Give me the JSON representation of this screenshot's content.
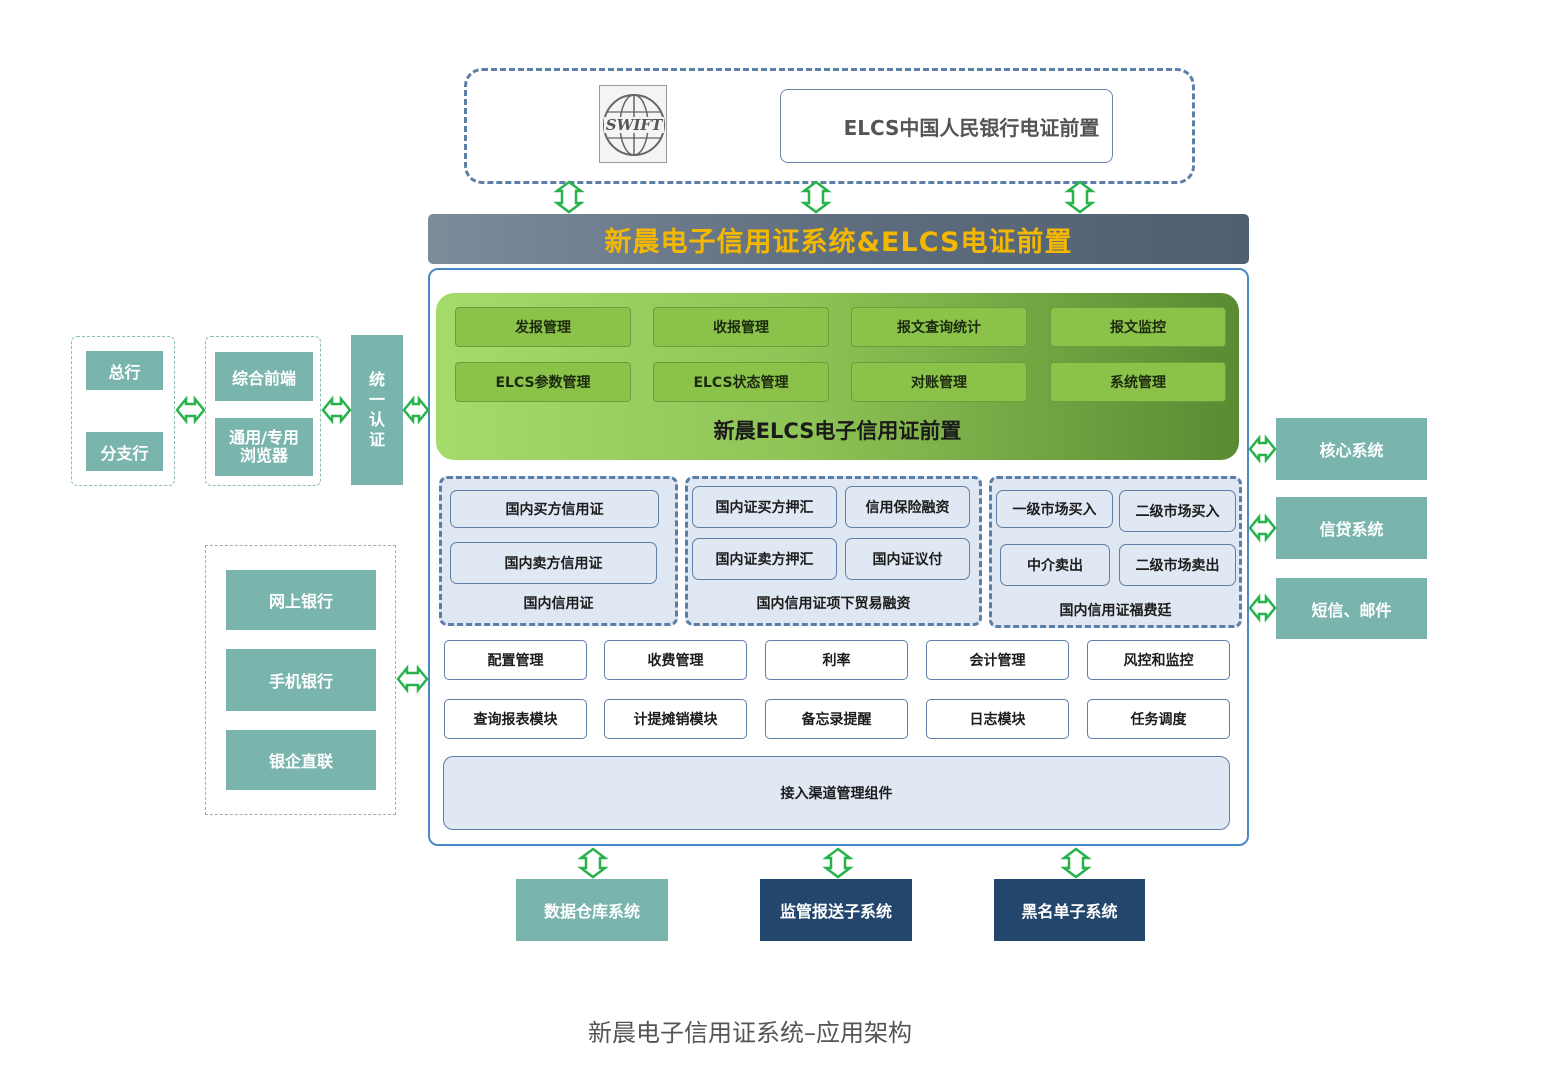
{
  "top": {
    "swift_logo_text": "SWIFT",
    "elcs_pbc_label": "ELCS中国人民银行电证前置"
  },
  "header_bar": {
    "title": "新晨电子信用证系统&ELCS电证前置"
  },
  "elcs_front": {
    "buttons": [
      "发报管理",
      "收报管理",
      "报文查询统计",
      "报文监控",
      "ELCS参数管理",
      "ELCS状态管理",
      "对账管理",
      "系统管理"
    ],
    "label": "新晨ELCS电子信用证前置"
  },
  "lc_groups": [
    {
      "label": "国内信用证",
      "items": [
        "国内买方信用证",
        "国内卖方信用证"
      ]
    },
    {
      "label": "国内信用证项下贸易融资",
      "items": [
        "国内证买方押汇",
        "信用保险融资",
        "国内证卖方押汇",
        "国内证议付"
      ]
    },
    {
      "label": "国内信用证福费廷",
      "items": [
        "一级市场买入",
        "二级市场买入",
        "中介卖出",
        "二级市场卖出"
      ]
    }
  ],
  "modules_row1": [
    "配置管理",
    "收费管理",
    "利率",
    "会计管理",
    "风控和监控"
  ],
  "modules_row2": [
    "查询报表模块",
    "计提摊销模块",
    "备忘录提醒",
    "日志模块",
    "任务调度"
  ],
  "channel_bar": "接入渠道管理组件",
  "left": {
    "bank_group": [
      "总行",
      "分支行"
    ],
    "front_group": [
      "综合前端",
      "通用/专用\n浏览器"
    ],
    "auth_label": "统\n一\n认\n证",
    "channels": [
      "网上银行",
      "手机银行",
      "银企直联"
    ]
  },
  "right": [
    "核心系统",
    "信贷系统",
    "短信、邮件"
  ],
  "bottom": [
    "数据仓库系统",
    "监管报送子系统",
    "黑名单子系统"
  ],
  "caption": "新晨电子信用证系统–应用架构",
  "colors": {
    "teal": "#79b4ad",
    "navy": "#23466d",
    "green_gradient_start": "#9fd767",
    "green_gradient_end": "#5a8a32",
    "header_bar": "#5e6e7f",
    "header_text": "#f5b800",
    "arrow": "#28b24b"
  }
}
